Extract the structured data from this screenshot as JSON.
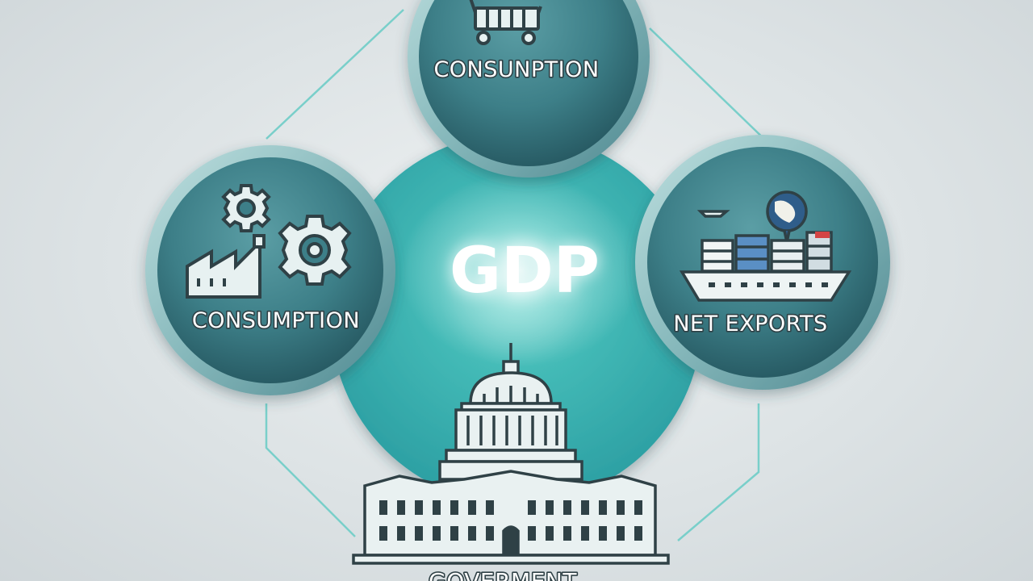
{
  "center": {
    "label": "GDP"
  },
  "nodes": {
    "top": {
      "label": "CONSUNPTION",
      "icon": "shopping-cart-icon"
    },
    "left": {
      "label": "CONSUMPTION",
      "icon": "factory-gears-icon"
    },
    "right": {
      "label": "NET EXPORTS",
      "icon": "cargo-ship-icon"
    },
    "bottom": {
      "label": "GOVERMENT",
      "icon": "capitol-building-icon"
    }
  },
  "colors": {
    "background": "#dde3e5",
    "teal": "#3fb3b3",
    "node_ring": "#7fb2b6",
    "node_fill": "#2f6f78",
    "line": "#6ec9c6"
  }
}
